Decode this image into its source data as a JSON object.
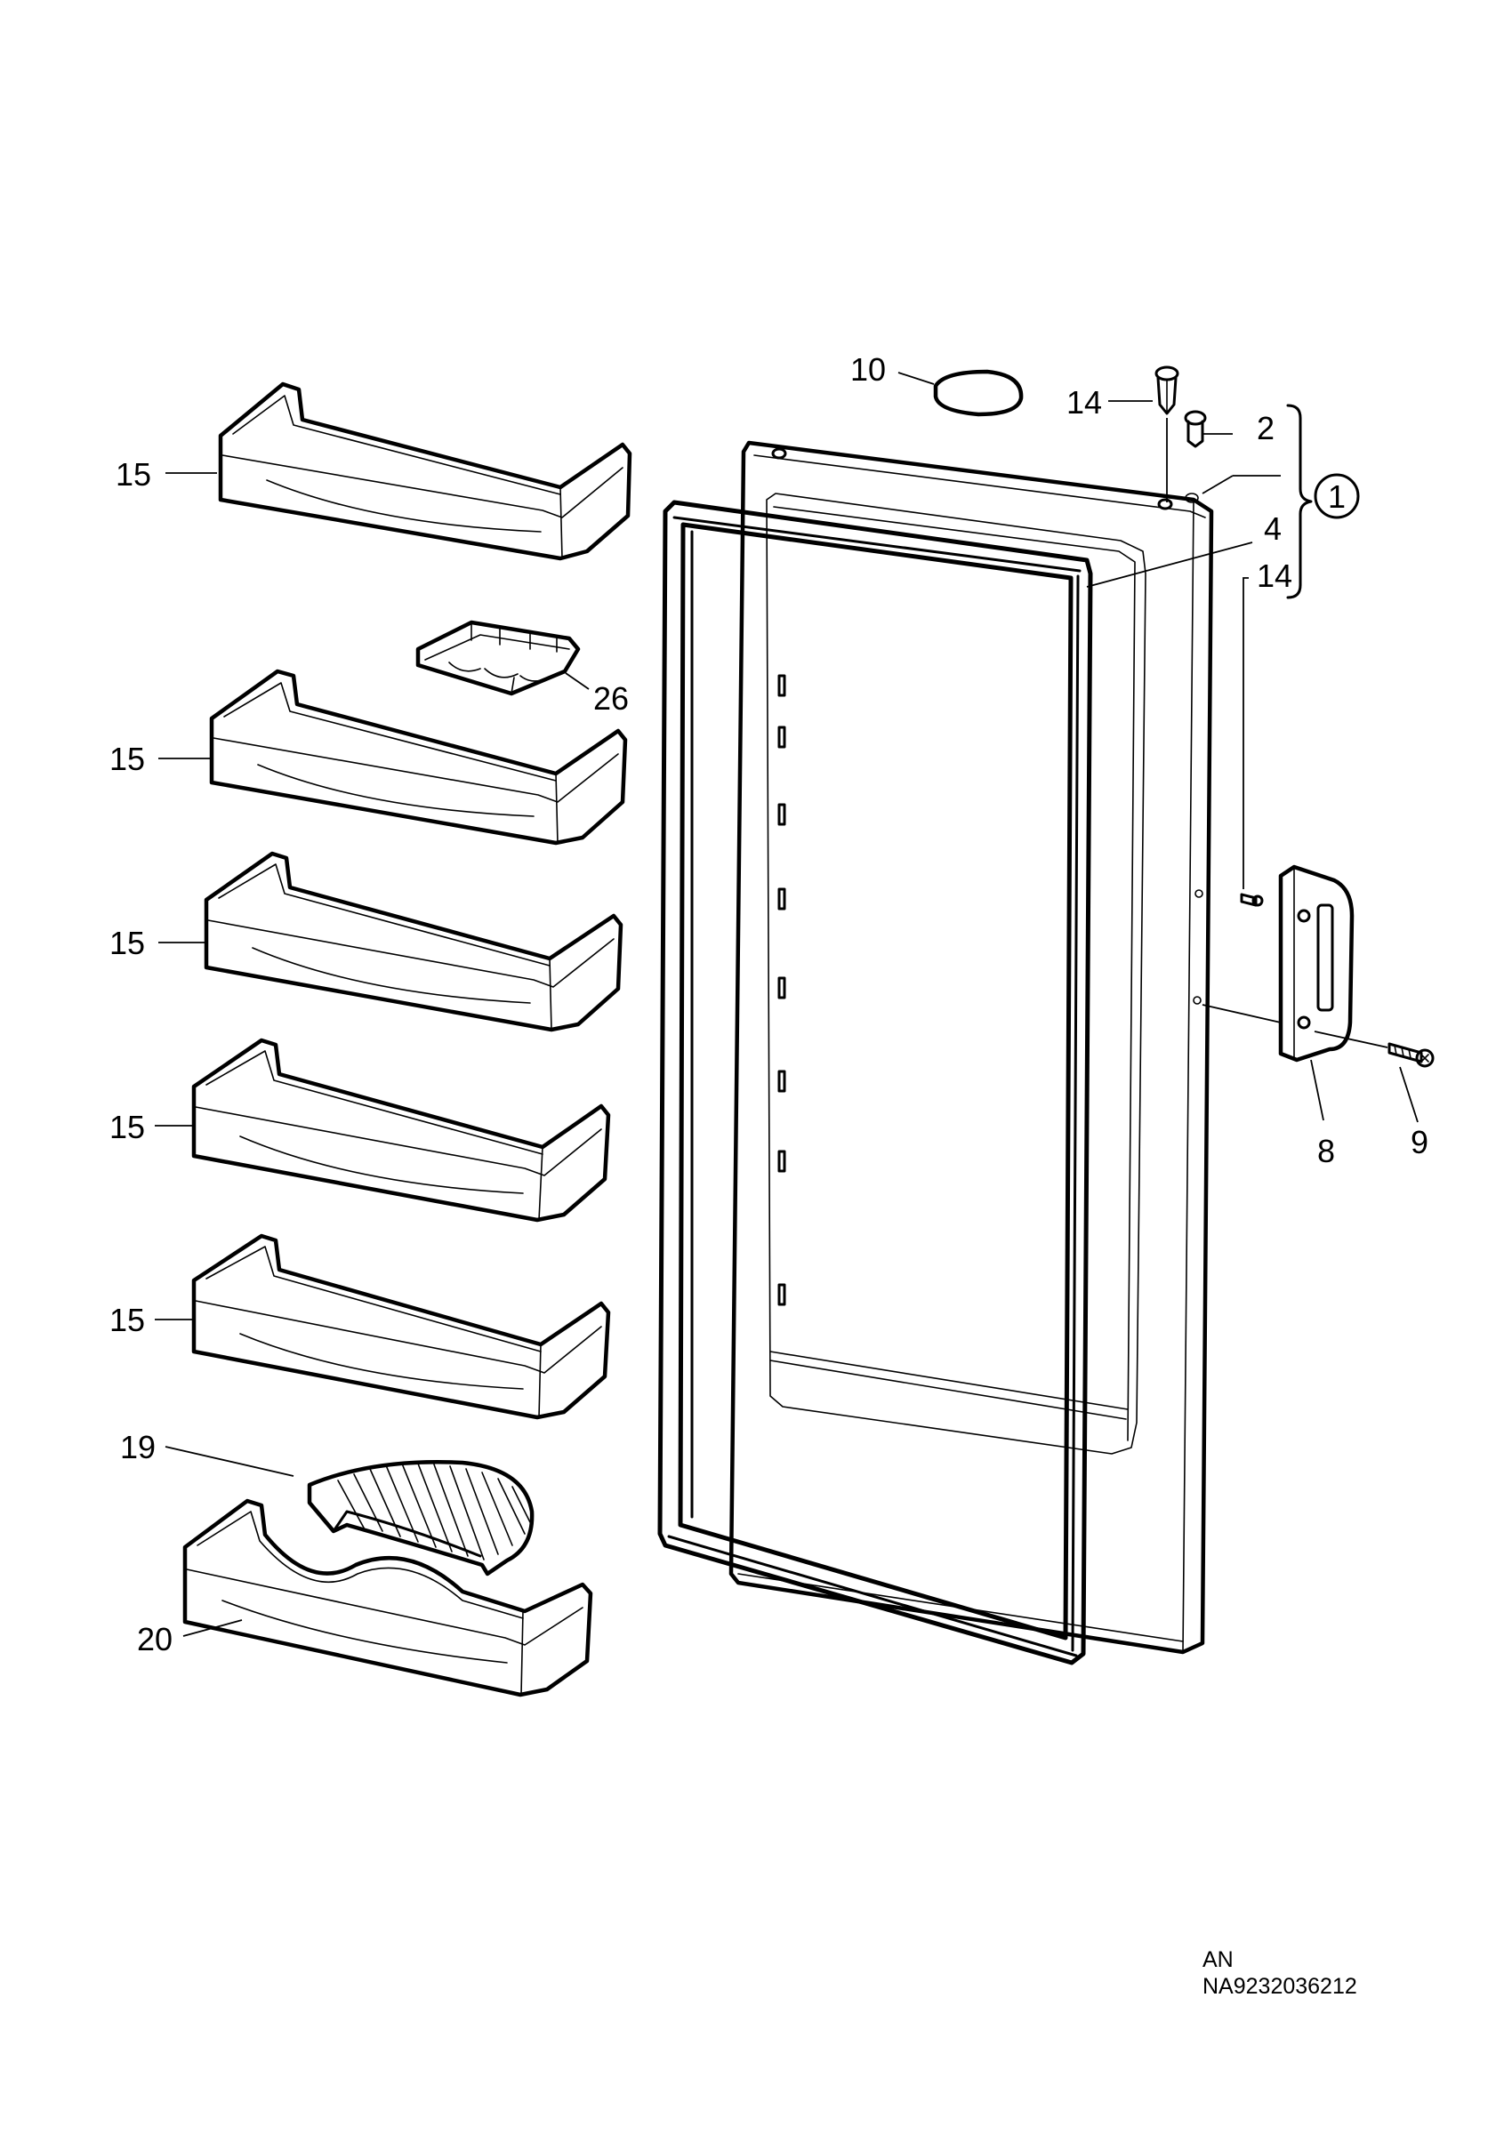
{
  "diagram": {
    "callouts": [
      {
        "id": "c1",
        "label": "1",
        "circled": true
      },
      {
        "id": "c2",
        "label": "2"
      },
      {
        "id": "c4",
        "label": "4"
      },
      {
        "id": "c8",
        "label": "8"
      },
      {
        "id": "c9",
        "label": "9"
      },
      {
        "id": "c10",
        "label": "10"
      },
      {
        "id": "c14a",
        "label": "14"
      },
      {
        "id": "c14b",
        "label": "14"
      },
      {
        "id": "c15a",
        "label": "15"
      },
      {
        "id": "c15b",
        "label": "15"
      },
      {
        "id": "c15c",
        "label": "15"
      },
      {
        "id": "c15d",
        "label": "15"
      },
      {
        "id": "c15e",
        "label": "15"
      },
      {
        "id": "c19",
        "label": "19"
      },
      {
        "id": "c20",
        "label": "20"
      },
      {
        "id": "c26",
        "label": "26"
      }
    ]
  },
  "footer": {
    "code": "AN",
    "drawing_number": "NA9232036212"
  }
}
